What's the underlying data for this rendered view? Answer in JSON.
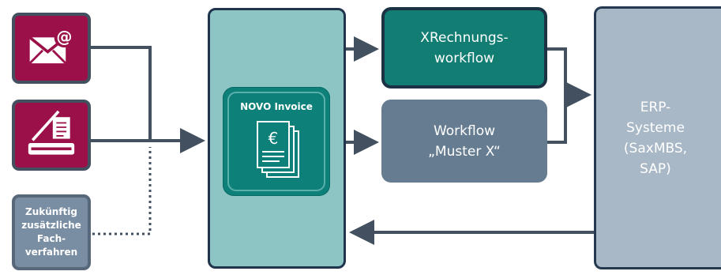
{
  "sources": {
    "mail_icon": "envelope-at-icon",
    "scanner_icon": "document-scanner-icon",
    "future_label": "Zukünftig\nzusätzliche\nFach-\nverfahren"
  },
  "processor": {
    "title": "NOVO Invoice",
    "icon": "invoice-euro-documents-icon"
  },
  "workflows": {
    "xrechnung": "XRechnungs-\nworkflow",
    "muster": "Workflow\n„Muster X“"
  },
  "erp": {
    "label": "ERP-\nSysteme\n(SaxMBS,\nSAP)"
  },
  "colors": {
    "source_tile": "#9b1048",
    "future_tile": "#7a8ea3",
    "processor_panel": "#8dc4c4",
    "processor_tile": "#0e807a",
    "xrechnung_box": "#127d73",
    "muster_box": "#667d91",
    "erp_panel": "#a9b8c6",
    "connector": "#43505f"
  }
}
